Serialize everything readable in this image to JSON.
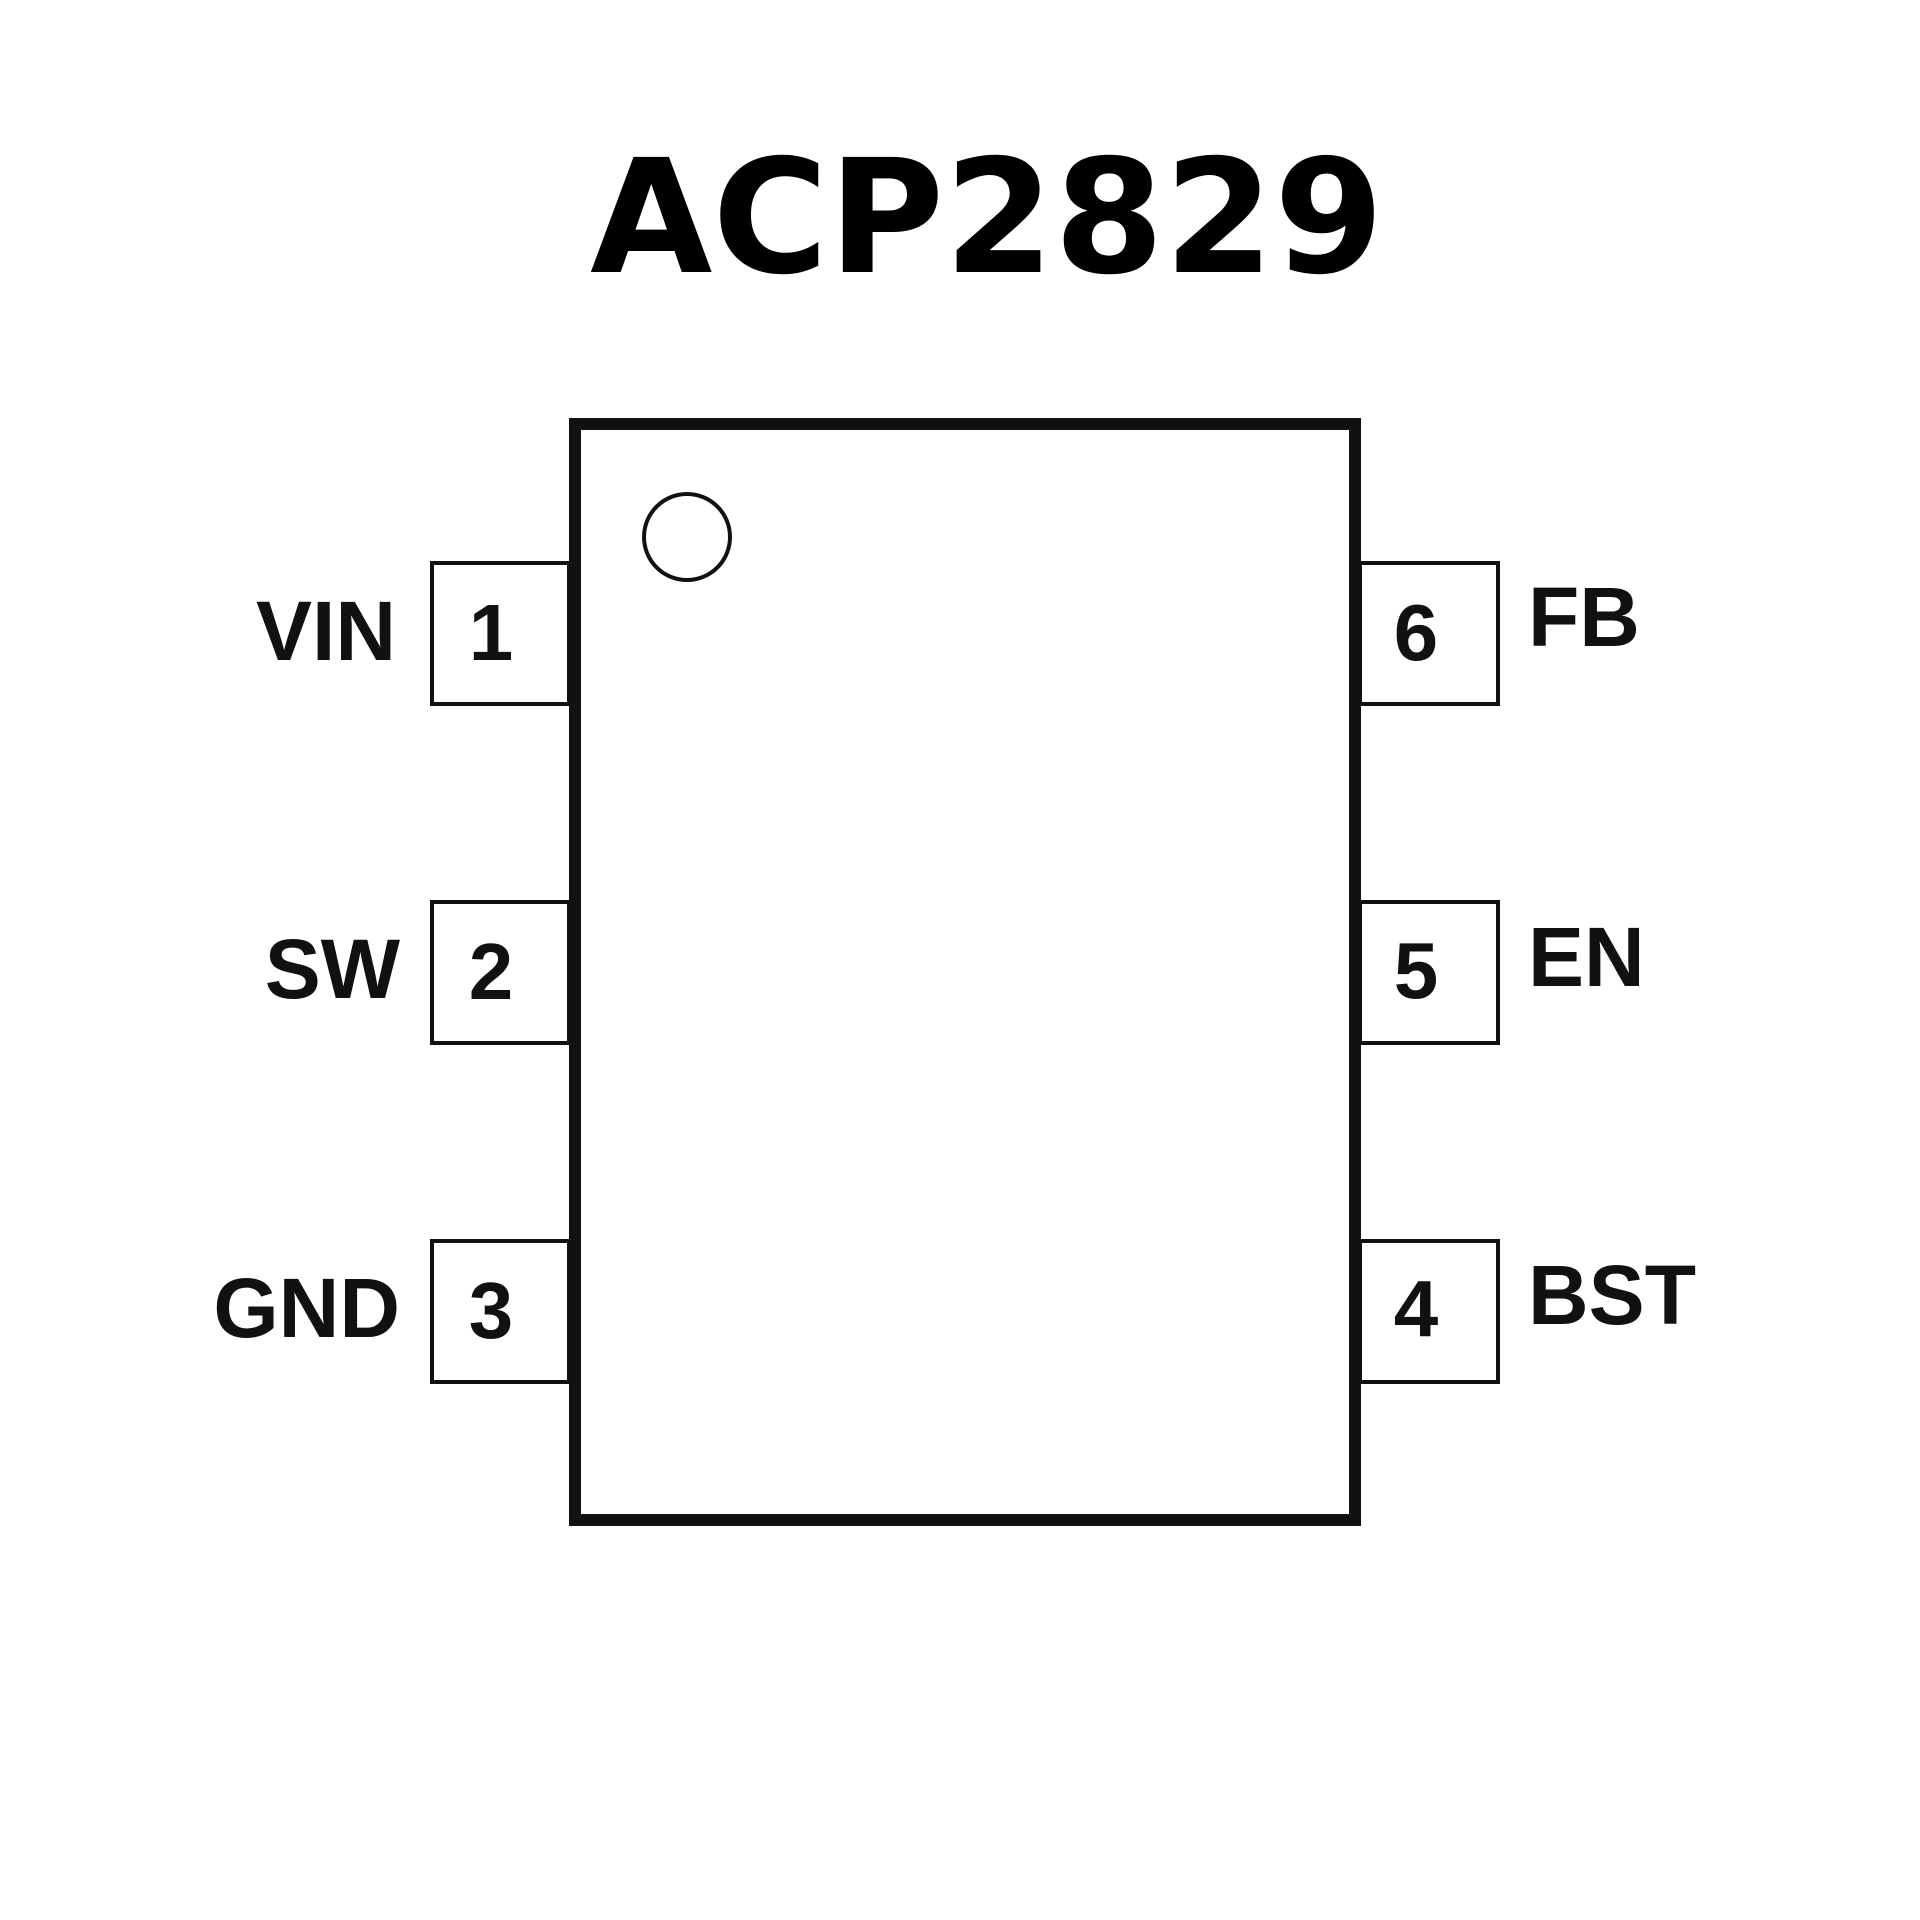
{
  "title": "ACP2829",
  "pins": [
    {
      "number": "1",
      "name": "VIN",
      "side": "left"
    },
    {
      "number": "2",
      "name": "SW",
      "side": "left"
    },
    {
      "number": "3",
      "name": "GND",
      "side": "left"
    },
    {
      "number": "4",
      "name": "BST",
      "side": "right"
    },
    {
      "number": "5",
      "name": "EN",
      "side": "right"
    },
    {
      "number": "6",
      "name": "FB",
      "side": "right"
    }
  ]
}
